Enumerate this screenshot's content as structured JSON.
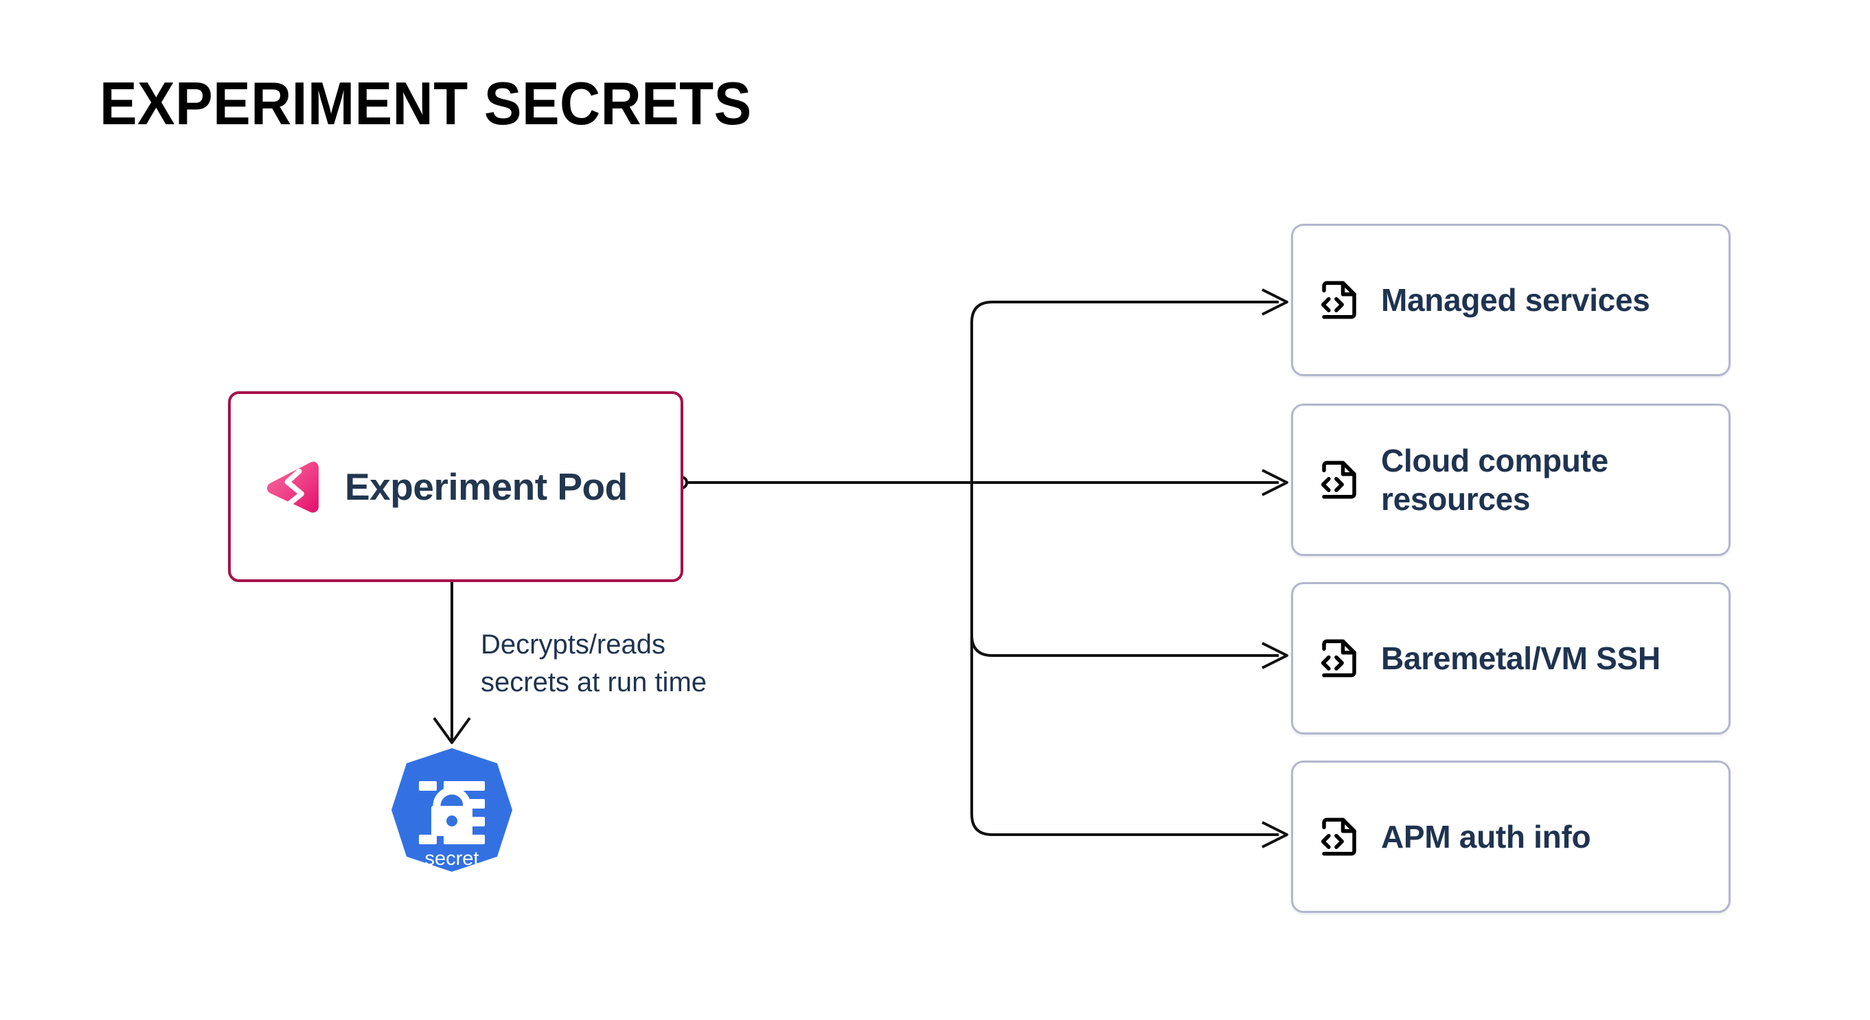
{
  "page": {
    "title": "EXPERIMENT SECRETS",
    "background": "#ffffff"
  },
  "colors": {
    "pod_border": "#a6104a",
    "pod_logo_pink_light": "#f4619a",
    "pod_logo_pink_dark": "#e5106f",
    "card_border": "#b2b6ce",
    "text_navy": "#1f3350",
    "kubernetes_blue": "#3371e3",
    "connector": "#111111"
  },
  "source_node": {
    "label": "Experiment Pod",
    "icon": "litmus-chaos-logo-icon",
    "border_color": "#a6104a"
  },
  "secret_node": {
    "label": "secret",
    "icon": "kubernetes-secret-icon",
    "color": "#3371e3"
  },
  "edges": {
    "to_secret": {
      "note_line_1": "Decrypts/reads",
      "note_line_2": "secrets at run time",
      "note": "Decrypts/reads\nsecrets at run time"
    }
  },
  "targets": [
    {
      "label": "Managed services",
      "icon": "code-file-icon"
    },
    {
      "label": "Cloud compute resources",
      "icon": "code-file-icon"
    },
    {
      "label": "Baremetal/VM SSH",
      "icon": "code-file-icon"
    },
    {
      "label": "APM auth info",
      "icon": "code-file-icon"
    }
  ]
}
